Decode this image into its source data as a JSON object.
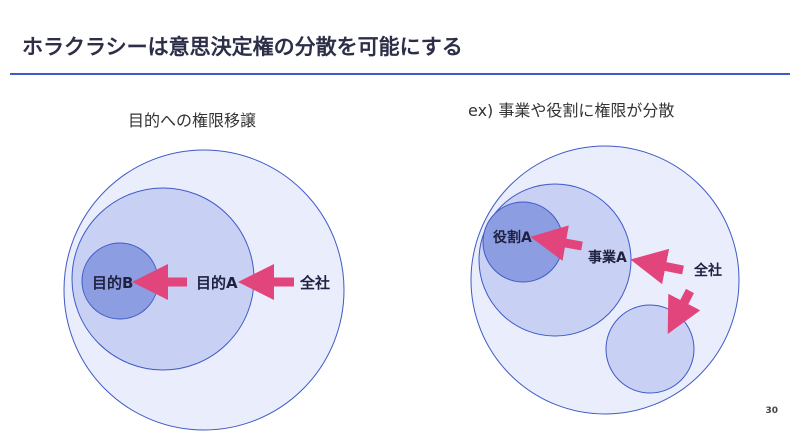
{
  "slide": {
    "title": "ホラクラシーは意思決定権の分散を可能にする",
    "page_number": "30"
  },
  "left_diagram": {
    "heading": "目的への権限移譲",
    "labels": {
      "inner": "目的B",
      "middle": "目的A",
      "outer": "全社"
    }
  },
  "right_diagram": {
    "heading": "ex) 事業や役割に権限が分散",
    "labels": {
      "role": "役割A",
      "business": "事業A",
      "company": "全社"
    }
  },
  "colors": {
    "outer_circle_fill": "#eaedfb",
    "middle_circle_fill": "#c8d0f3",
    "inner_circle_fill": "#8d9de2",
    "circle_stroke": "#3f5bc6",
    "arrow": "#e2457c",
    "title_rule": "#3f5bc6"
  }
}
